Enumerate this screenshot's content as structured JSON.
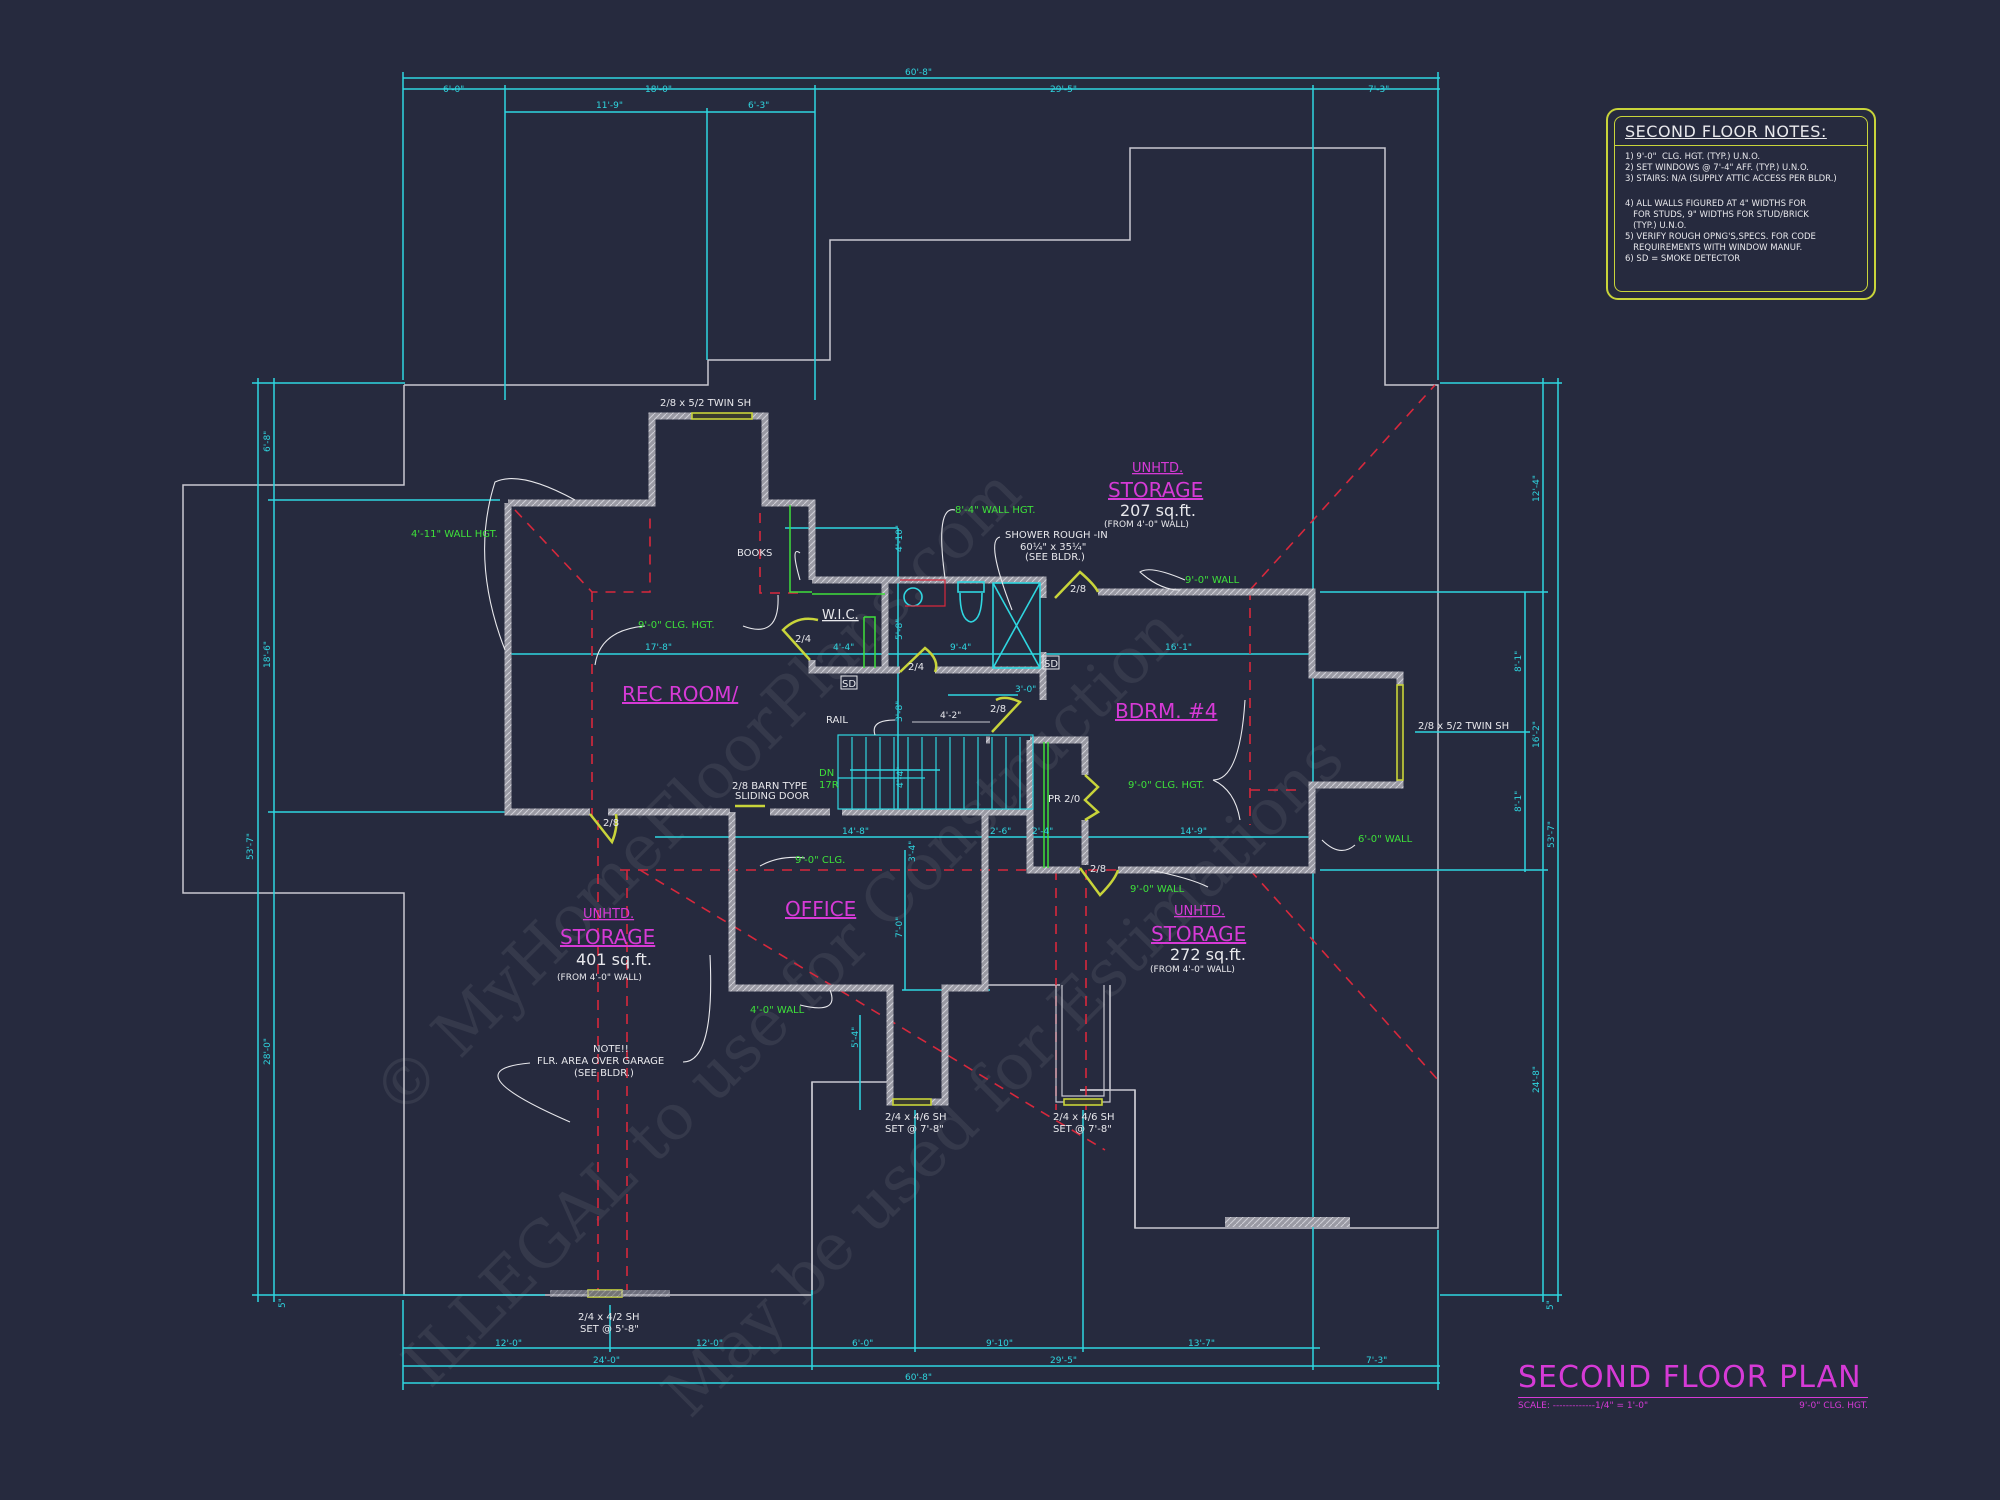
{
  "drawing": {
    "title": "SECOND FLOOR PLAN",
    "scale_label": "SCALE: -------------1/4\" = 1'-0\"",
    "ceiling_note": "9'-0\" CLG. HGT.",
    "background_color": "#262a3e",
    "colors": {
      "dimension": "#2fd6e0",
      "room_label": "#d63ad6",
      "green_note": "#3ee03a",
      "window": "#c8d43a",
      "hidden_line": "#d8283c",
      "wall": "#c0c0c8"
    }
  },
  "notes": {
    "title": "SECOND FLOOR NOTES:",
    "items": [
      "1) 9'-0\"  CLG. HGT. (TYP.) U.N.O.",
      "2) SET WINDOWS @ 7'-4\" AFF. (TYP.) U.N.O.",
      "3) STAIRS: N/A (SUPPLY ATTIC ACCESS PER BLDR.)",
      "4) ALL WALLS FIGURED AT 4\" WIDTHS FOR\n   FOR STUDS, 9\" WIDTHS FOR STUD/BRICK\n   (TYP.) U.N.O.",
      "5) VERIFY ROUGH OPNG'S,SPECS. FOR CODE\n   REQUIREMENTS WITH WINDOW MANUF.",
      "6) SD = SMOKE DETECTOR"
    ]
  },
  "rooms": {
    "rec_room": "REC ROOM/",
    "wic": "W.I.C.",
    "bedroom": "BDRM. #4",
    "office": "OFFICE",
    "storage_ne": {
      "sub": "UNHTD.",
      "name": "STORAGE",
      "area": "207 sq.ft.",
      "note": "(FROM 4'-0\" WALL)"
    },
    "storage_w": {
      "sub": "UNHTD.",
      "name": "STORAGE",
      "area": "401 sq.ft.",
      "note": "(FROM 4'-0\" WALL)"
    },
    "storage_se": {
      "sub": "UNHTD.",
      "name": "STORAGE",
      "area": "272 sq.ft.",
      "note": "(FROM 4'-0\" WALL)"
    }
  },
  "annotations": {
    "win_rec_top": "2/8 x 5/2 TWIN SH",
    "win_bdrm": "2/8 x 5/2 TWIN SH",
    "win_sw_1": "2/4 x 4/2 SH",
    "win_sw_2": "SET @ 5'-8\"",
    "win_s1_1": "2/4 x 4/6 SH",
    "win_s1_2": "SET @ 7'-8\"",
    "win_s2_1": "2/4 x 4/6 SH",
    "win_s2_2": "SET @ 7'-8\"",
    "books": "BOOKS",
    "rail": "RAIL",
    "barn_1": "2/8 BARN TYPE",
    "barn_2": "SLIDING DOOR",
    "shower_1": "SHOWER ROUGH -IN",
    "shower_2": "60¼\" x 35¼\"",
    "shower_3": "(SEE BLDR.)",
    "pr": "PR 2/0",
    "sd": "SD",
    "door_24": "2/4",
    "door_28": "2/8",
    "garage_1": "NOTE!!",
    "garage_2": "FLR. AREA OVER GARAGE",
    "garage_3": "(SEE BLDR.)",
    "stair_dn": "DN",
    "stair_r": "17R"
  },
  "green_notes": {
    "wall_411": "4'-11\" WALL HGT.",
    "clg_rec": "9'-0\" CLG. HGT.",
    "wall_84": "8'-4\" WALL HGT.",
    "wall_9_ne": "9'-0\" WALL",
    "clg_bdrm": "9'-0\" CLG. HGT.",
    "wall_6": "6'-0\" WALL",
    "clg_office": "9'-0\" CLG.",
    "wall_9_se": "9'-0\" WALL",
    "wall_4": "4'-0\" WALL"
  },
  "dimensions": {
    "top": {
      "overall": "60'-8\"",
      "row2": [
        "6'-0\"",
        "18'-0\"",
        "29'-5\"",
        "7'-3\""
      ],
      "row3": [
        "11'-9\"",
        "6'-3\""
      ]
    },
    "bottom": {
      "row1": [
        "12'-0\"",
        "12'-0\"",
        "6'-0\"",
        "9'-10\"",
        "13'-7\""
      ],
      "row2": [
        "24'-0\"",
        "29'-5\"",
        "7'-3\""
      ],
      "overall": "60'-8\""
    },
    "left": {
      "overall": "53'-7\"",
      "parts": [
        "6'-8\"",
        "18'-6\"",
        "28'-0\""
      ],
      "small": "5\""
    },
    "right": {
      "overall": "53'-7\"",
      "parts": [
        "12'-4\"",
        "16'-2\"",
        "24'-8\""
      ],
      "sub": [
        "8'-1\"",
        "8'-1\""
      ],
      "small": "5\""
    },
    "interior": {
      "rec_width": "17'-8\"",
      "wic_width": "4'-4\"",
      "bath_width": "9'-4\"",
      "bdrm_width": "16'-1\"",
      "v_top": "4'-10\"",
      "v_bath": "5'-8\"",
      "v_hall": "3'-8\"",
      "hall_w": "4'-2\"",
      "door_clear": "3'-0\"",
      "stair": "4'-4\"",
      "office_w": "14'-8\"",
      "closet_a": "2'-6\"",
      "closet_b": "2'-4\"",
      "bdrm_low": "14'-9\"",
      "v_office_a": "3'-4\"",
      "v_office_b": "7'-0\"",
      "v_south": "5'-4\""
    }
  },
  "watermark": {
    "line1": "© MyHomeFloorPlans.com",
    "line2": "ILLEGAL to use for Construction",
    "line3": "May be used for Estimations"
  }
}
